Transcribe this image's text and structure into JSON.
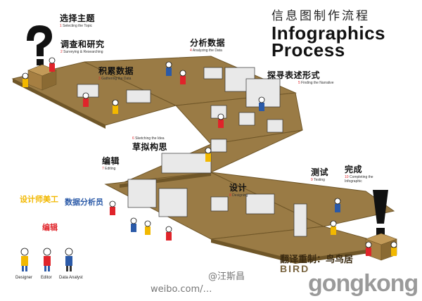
{
  "title": {
    "cn": "信息图制作流程",
    "en_line1": "Infographics",
    "en_line2": "Process"
  },
  "steps": [
    {
      "cn": "选择主题",
      "num": "1",
      "en": "Selecting the Topic"
    },
    {
      "cn": "调查和研究",
      "num": "2",
      "en": "Surveying & Researching"
    },
    {
      "cn": "积累数据",
      "num": "3",
      "en": "Gathering the Data"
    },
    {
      "cn": "分析数据",
      "num": "4",
      "en": "Analyzing the Data"
    },
    {
      "cn": "探寻表述形式",
      "num": "5",
      "en": "Finding the Narrative"
    },
    {
      "cn": "草拟构思",
      "num": "6",
      "en": "Sketching the Idea"
    },
    {
      "cn": "编辑",
      "num": "7",
      "en": "Editing"
    },
    {
      "cn": "设计",
      "num": "8",
      "en": "Designing"
    },
    {
      "cn": "测试",
      "num": "9",
      "en": "Testing"
    },
    {
      "cn": "完成",
      "num": "10",
      "en": "Completing the Infographic"
    }
  ],
  "roles": [
    {
      "cn": "设计师美工",
      "en": "Designer",
      "color": "#f2b800"
    },
    {
      "cn": "编辑",
      "en": "Editor",
      "color": "#e0242a"
    },
    {
      "cn": "数据分析员",
      "en": "Data Analyst",
      "color": "#2b5aa8"
    }
  ],
  "credits": {
    "translate": "翻译重制：鸟鸟居",
    "brand": "BIRD",
    "weibo": "@汪斯昌",
    "weibo2": "weibo.com/…",
    "watermark": "gongkong"
  },
  "colors": {
    "floor": "#9a7b45",
    "floor_dark": "#6f5628",
    "yellow": "#f2b800",
    "red": "#e0242a",
    "blue": "#2b5aa8"
  }
}
